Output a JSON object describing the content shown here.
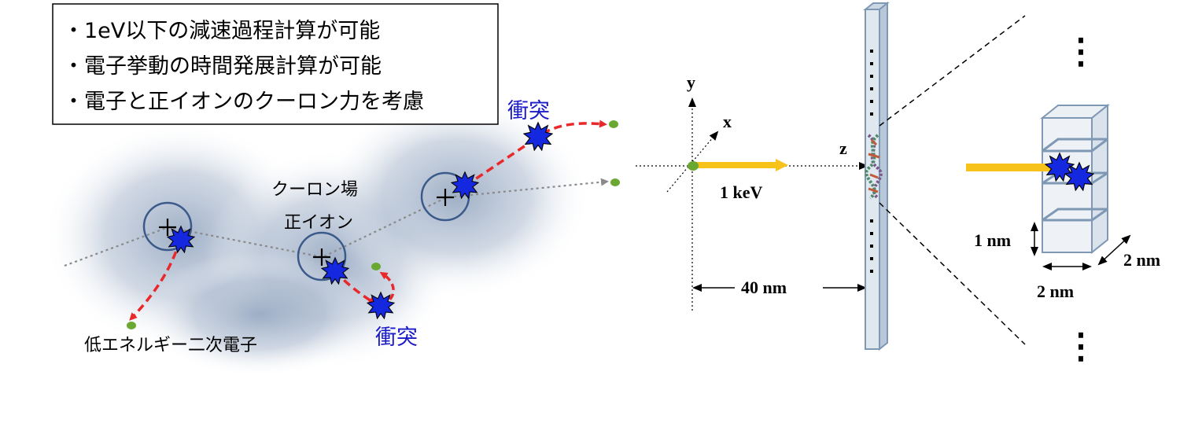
{
  "features_box": {
    "items": [
      "・1eV以下の減速過程計算が可能",
      "・電子挙動の時間発展計算が可能",
      "・電子と正イオンのクーロン力を考慮"
    ]
  },
  "left_panel": {
    "collision_label_top": "衝突",
    "collision_label_bottom": "衝突",
    "coulomb_field_label": "クーロン場",
    "positive_ion_label": "正イオン",
    "low_energy_electron_label": "低エネルギー二次電子"
  },
  "right_panel": {
    "axis_y": "y",
    "axis_x": "x",
    "axis_z": "z",
    "beam_energy": "1 keV",
    "distance": "40 nm",
    "voxel_height": "1 nm",
    "voxel_width": "2 nm",
    "voxel_depth": "2 nm",
    "ellipsis_top": "⋮",
    "ellipsis_bottom": "⋮"
  },
  "colors": {
    "electron_track": "#e8282a",
    "primary_track": "#8a8a8a",
    "collision_star": "#1428e0",
    "electron_dot": "#6aa832",
    "beam": "#f7c21a",
    "ion_circle": "#3b5a8a",
    "collision_text": "#1a1ac8",
    "slab_fill": "#dfe7ef",
    "slab_edge": "#7f98b3"
  }
}
